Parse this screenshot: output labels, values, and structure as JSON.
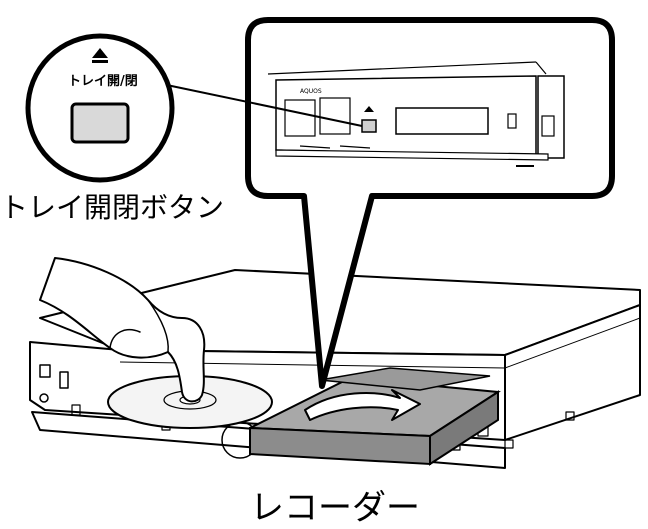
{
  "callout_button": {
    "label": "トレイ開/閉",
    "icon": "eject-icon"
  },
  "labels": {
    "open_close_button": "トレイ開閉ボタン",
    "recorder": "レコーダー"
  },
  "colors": {
    "line": "#000000",
    "button_fill": "#d9d9d9",
    "tray_fill": "#8c8c8c",
    "disc_fill": "#f4f4f4"
  }
}
